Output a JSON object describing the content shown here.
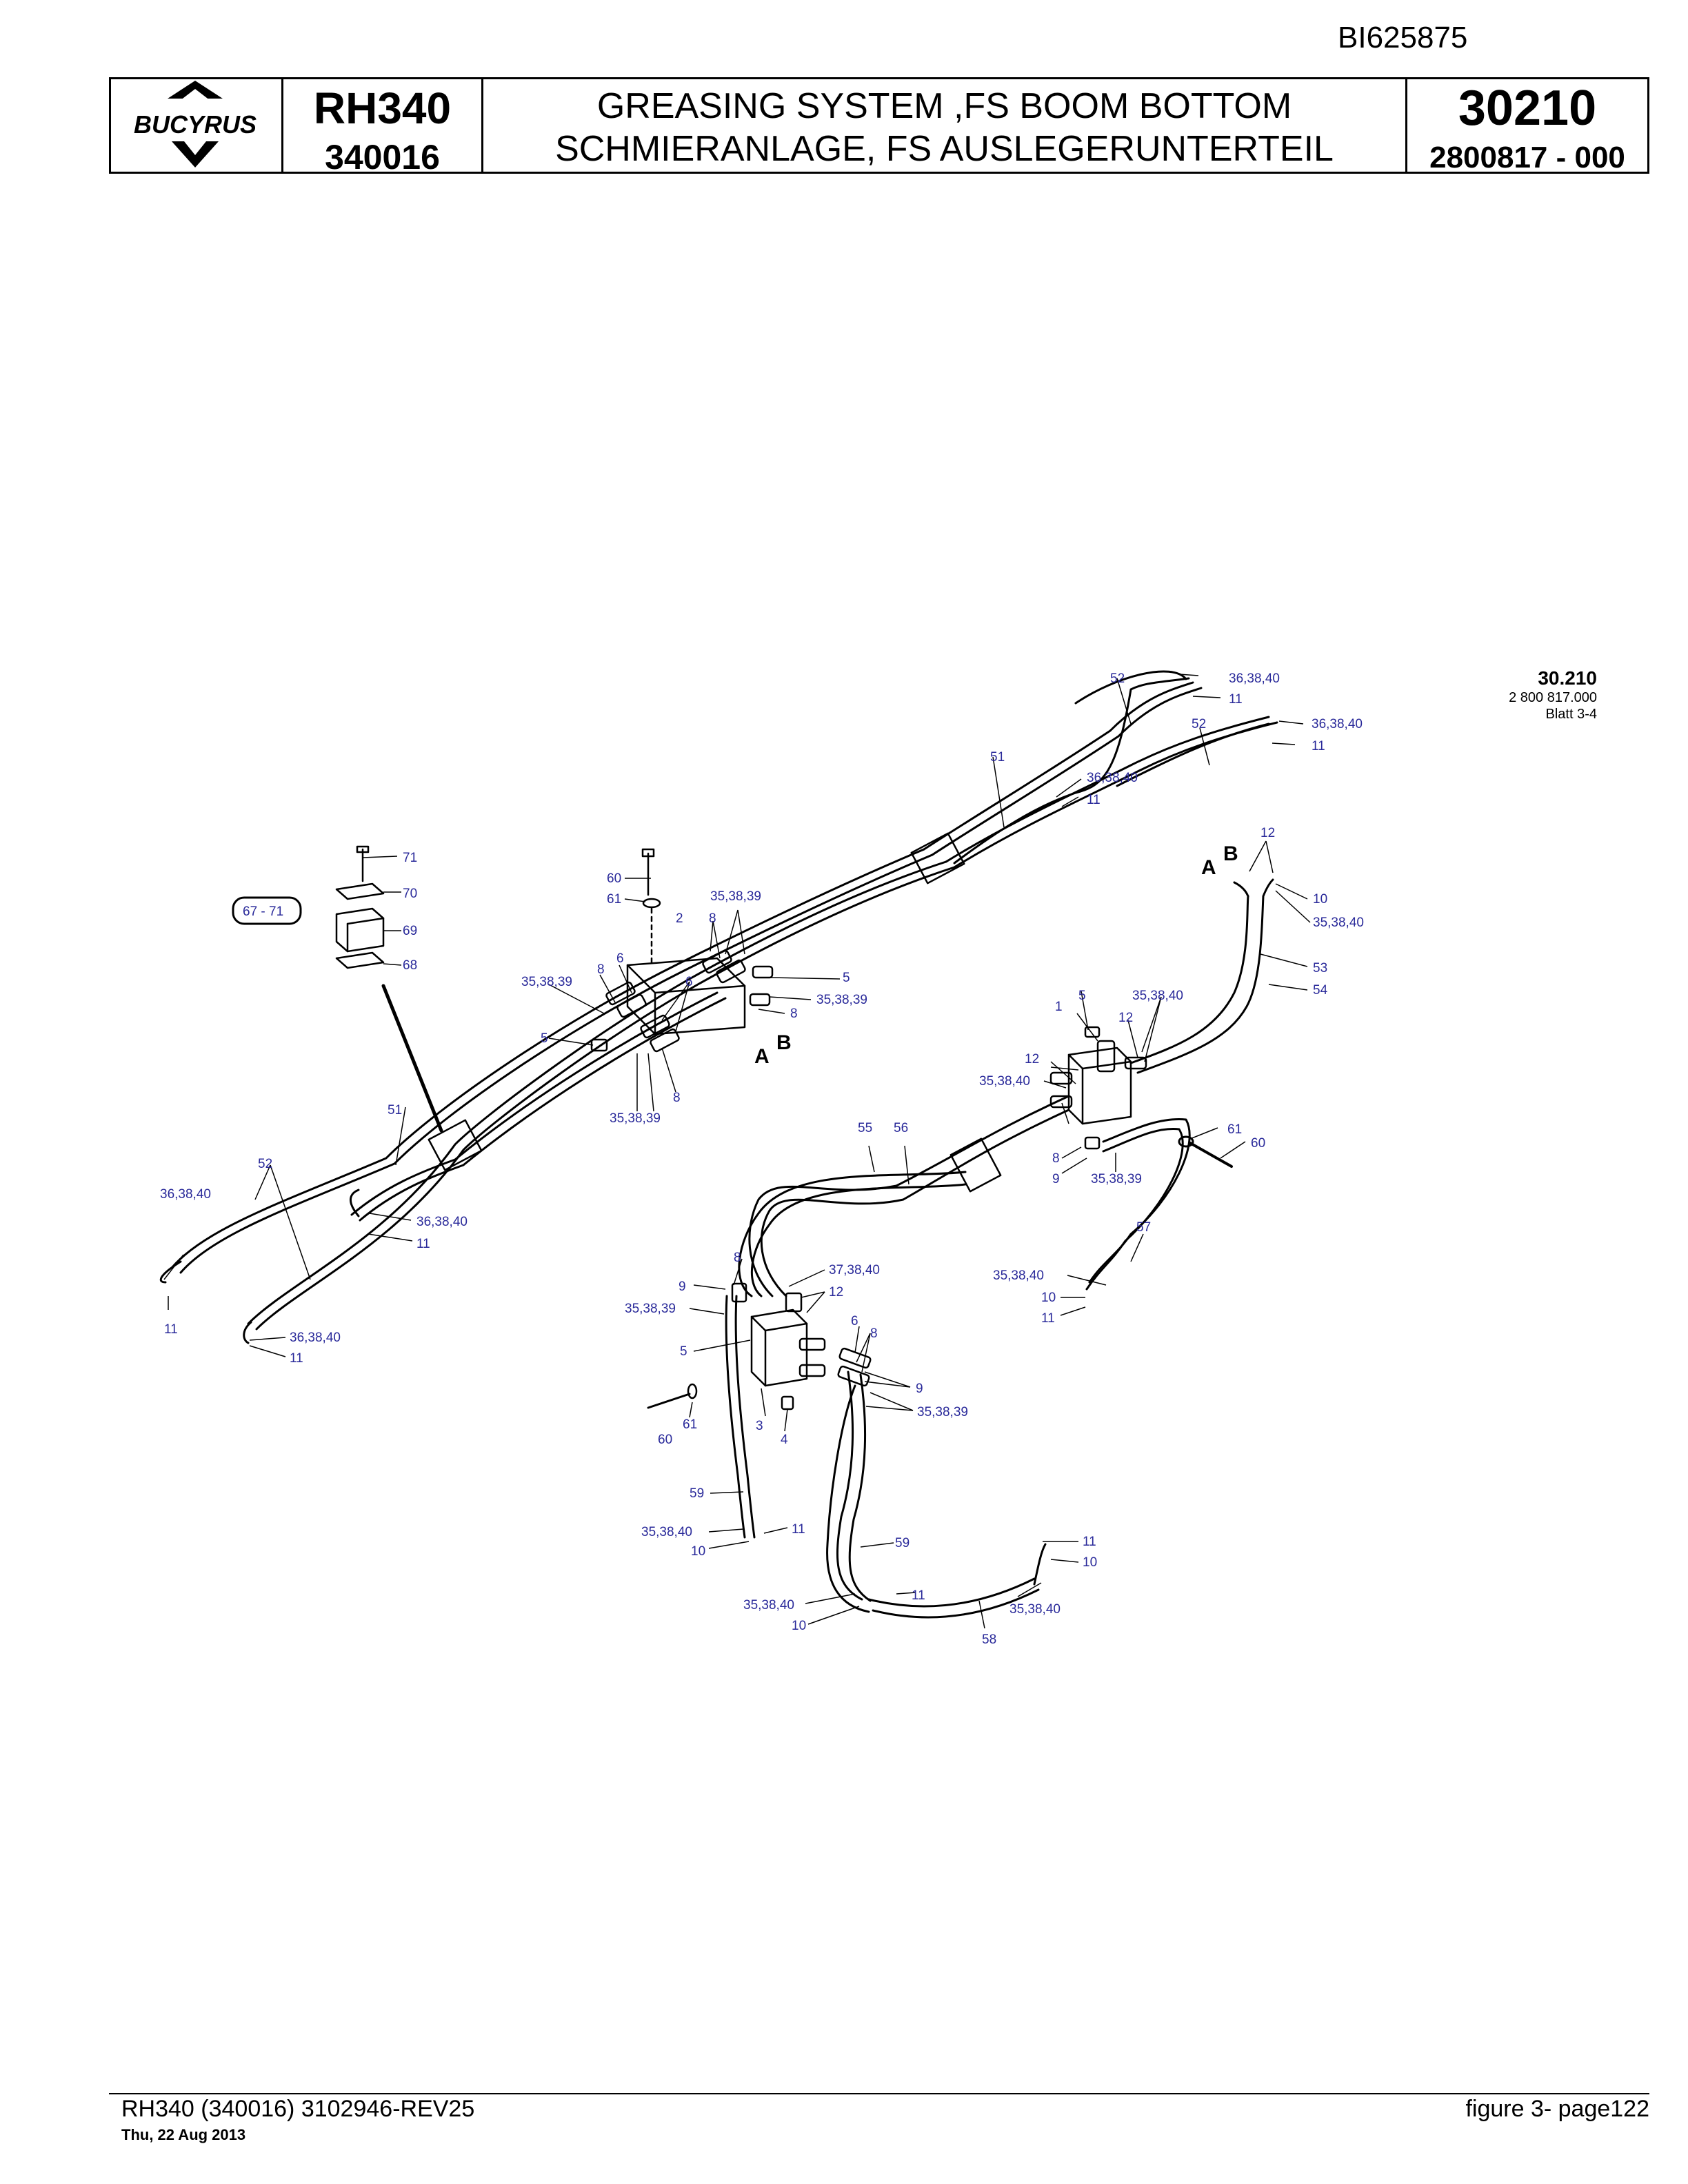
{
  "document": {
    "doc_id": "BI625875",
    "logo_text": "BUCYRUS",
    "model": "RH340",
    "model_no": "340016",
    "title_en": "GREASING SYSTEM ,FS BOOM BOTTOM",
    "title_de": "SCHMIERANLAGE, FS AUSLEGERUNTERTEIL",
    "page_no": "30210",
    "part_no": "2800817  - 000"
  },
  "reference": {
    "section": "30.210",
    "drawing_no": "2 800 817.000",
    "sheet": "Blatt 3-4"
  },
  "callouts": {
    "c52a": "52",
    "c363840a": "36,38,40",
    "c11a": "11",
    "c52b": "52",
    "c363840b": "36,38,40",
    "c11b": "11",
    "c51a": "51",
    "c363840c": "36,38,40",
    "c11c": "11",
    "c12a": "12",
    "cA1": "A",
    "cB1": "B",
    "c10a": "10",
    "c353840a": "35,38,40",
    "c53": "53",
    "c54": "54",
    "c71": "71",
    "c70": "70",
    "c6771": "67 - 71",
    "c69": "69",
    "c68": "68",
    "c60a": "60",
    "c61a": "61",
    "c2": "2",
    "c353839a": "35,38,39",
    "c8a": "8",
    "c6a": "6",
    "c8b": "8",
    "c353839b": "35,38,39",
    "c5a": "5",
    "c353839c": "35,38,39",
    "c8c": "8",
    "c6b": "6",
    "c5b": "5",
    "cA2": "A",
    "cB2": "B",
    "c8d": "8",
    "c353839d": "35,38,39",
    "c1": "1",
    "c5c": "5",
    "c353840b": "35,38,40",
    "c12b": "12",
    "c12c": "12",
    "c353840c": "35,38,40",
    "c8e": "8",
    "c9a": "9",
    "c353839e": "35,38,39",
    "c61b": "61",
    "c60b": "60",
    "c51b": "51",
    "c52c": "52",
    "c363840d": "36,38,40",
    "c11d": "11",
    "c363840e": "36,38,40",
    "c11e": "11",
    "c363840f": "36,38,40",
    "c11f": "11",
    "c55": "55",
    "c56": "56",
    "c57": "57",
    "c353840d": "35,38,40",
    "c10b": "10",
    "c11g": "11",
    "c8f": "8",
    "c373840": "37,38,40",
    "c12d": "12",
    "c9b": "9",
    "c353839f": "35,38,39",
    "c5d": "5",
    "c6c": "6",
    "c8g": "8",
    "c9c": "9",
    "c353839g": "35,38,39",
    "c60c": "60",
    "c61c": "61",
    "c3": "3",
    "c4": "4",
    "c59a": "59",
    "c353840e": "35,38,40",
    "c11h": "11",
    "c10c": "10",
    "c59b": "59",
    "c353840f": "35,38,40",
    "c11i": "11",
    "c10d": "10",
    "c58": "58",
    "c11j": "11",
    "c10e": "10",
    "c353840g": "35,38,40"
  },
  "footer": {
    "left": "RH340 (340016) 3102946-REV25",
    "date": "Thu, 22 Aug 2013",
    "right": "figure 3- page122"
  }
}
